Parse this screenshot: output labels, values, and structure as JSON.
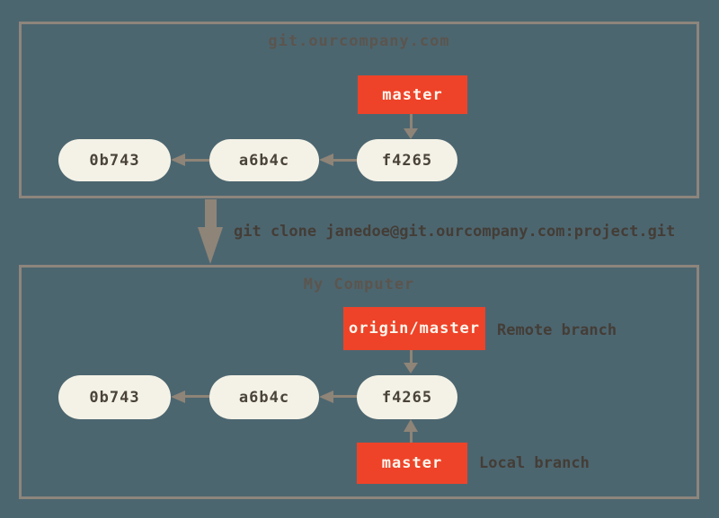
{
  "colors": {
    "background": "#4c6670",
    "frame_border": "#8d857c",
    "arrow": "#8e8477",
    "branch_box_fill": "#ee4328",
    "branch_box_text": "#fdf6ee",
    "commit_fill": "#f4f2e6",
    "commit_text": "#4a4339",
    "title_text": "#5b554e",
    "annotation_text": "#443d36"
  },
  "server": {
    "title": "git.ourcompany.com",
    "branch": {
      "label": "master"
    },
    "commits": [
      {
        "label": "0b743"
      },
      {
        "label": "a6b4c"
      },
      {
        "label": "f4265"
      }
    ]
  },
  "clone": {
    "command": "git clone janedoe@git.ourcompany.com:project.git"
  },
  "local": {
    "title": "My Computer",
    "remote_branch": {
      "label": "origin/master",
      "annotation": "Remote branch"
    },
    "local_branch": {
      "label": "master",
      "annotation": "Local branch"
    },
    "commits": [
      {
        "label": "0b743"
      },
      {
        "label": "a6b4c"
      },
      {
        "label": "f4265"
      }
    ]
  }
}
